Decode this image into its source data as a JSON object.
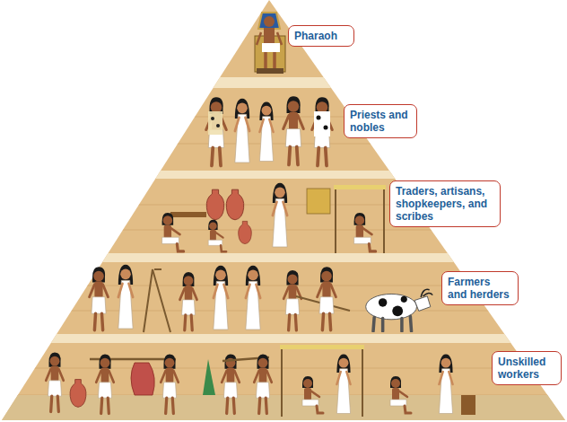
{
  "diagram": {
    "nodes": [
      {
        "text": [
          "Pharaoh"
        ]
      },
      {
        "text": [
          "Priests and nobles"
        ]
      },
      {
        "text": [
          "Traders, artisans, shopkeepers, and scribes"
        ]
      },
      {
        "text": [
          "Farmers and herders"
        ]
      },
      {
        "text": [
          "Unskilled workers"
        ]
      }
    ]
  }
}
